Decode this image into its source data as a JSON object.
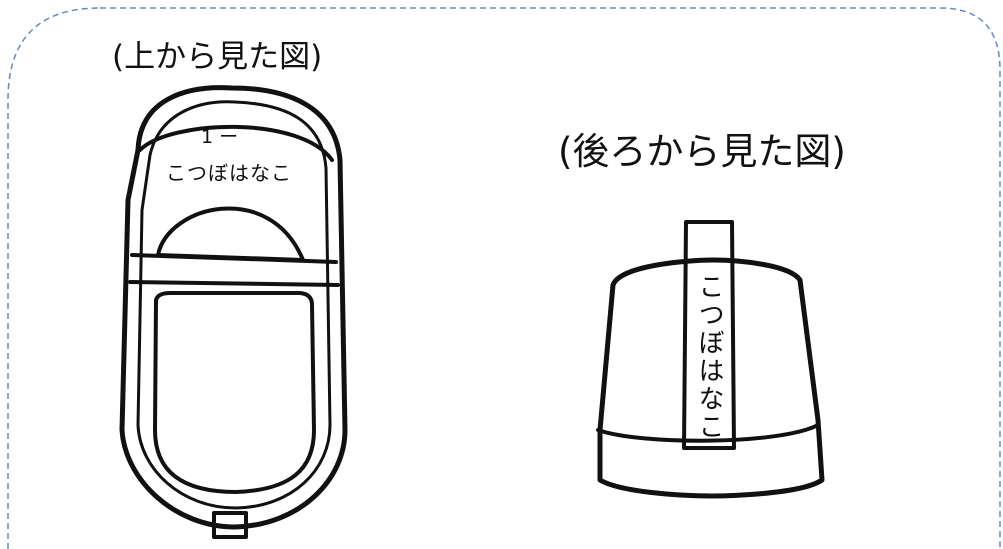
{
  "top_view": {
    "title": "(上から見た図)",
    "class_label": "1 ー",
    "name_label": "こつぼはなこ"
  },
  "back_view": {
    "title": "(後ろから見た図)",
    "name_label": "こつぼはなこ"
  },
  "colors": {
    "frame_border": "#5b8dc9",
    "ink": "#111111",
    "paper": "#ffffff"
  }
}
